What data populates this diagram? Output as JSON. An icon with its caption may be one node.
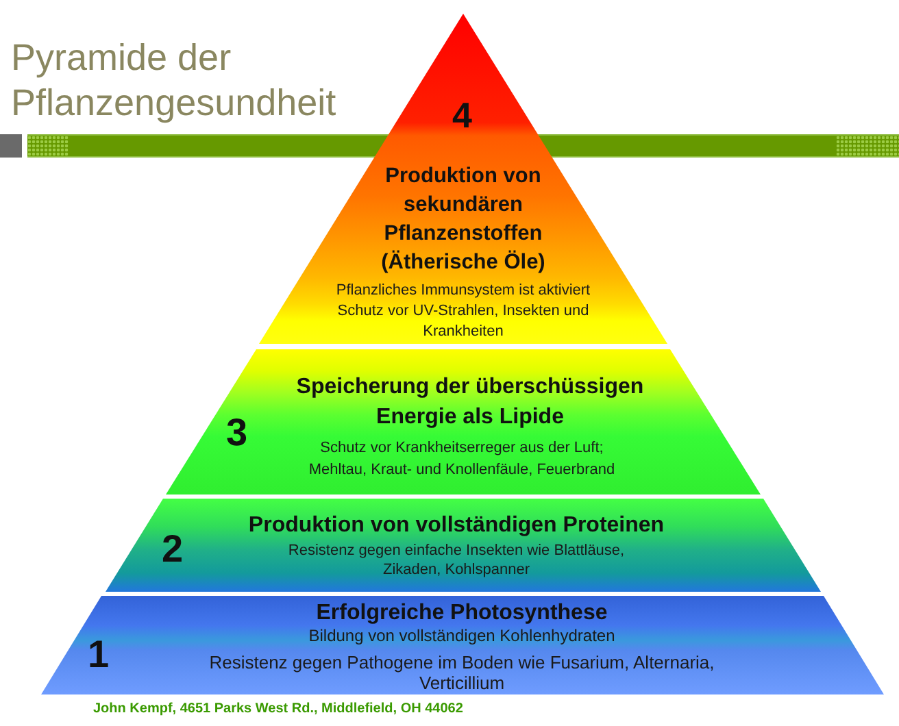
{
  "diagram": {
    "title": "Pyramide der Pflanzengesundheit",
    "nodes": [
      {
        "text": [
          "4",
          "Produktion von sekundären Pflanzenstoffen (Ätherische Öle)",
          "Pflanzliches Immunsystem ist aktiviert",
          "Schutz vor UV-Strahlen, Insekten und Krankheiten"
        ]
      },
      {
        "text": [
          "3",
          "Speicherung der überschüssigen Energie als Lipide",
          "Schutz vor Krankheitserreger aus der Luft; Mehltau, Kraut- und Knollenfäule, Feuerbrand"
        ]
      },
      {
        "text": [
          "2",
          "Produktion von vollständigen Proteinen",
          "Resistenz gegen einfache Insekten wie Blattläuse, Zikaden, Kohlspanner"
        ]
      },
      {
        "text": [
          "1",
          "Erfolgreiche Photosynthese",
          "Bildung von vollständigen Kohlenhydraten",
          "Resistenz gegen Pathogene im Boden wie Fusarium, Alternaria, Verticillium"
        ]
      }
    ],
    "caption": "John Kempf, 4651 Parks West Rd., Middlefield, OH 44062"
  }
}
